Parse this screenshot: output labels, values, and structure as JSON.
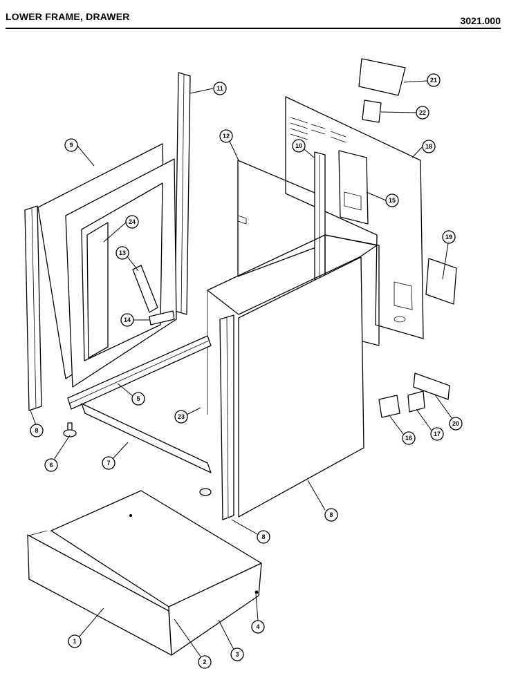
{
  "header": {
    "title": "LOWER FRAME, DRAWER",
    "doc_number": "3021.000"
  },
  "callouts": {
    "c1": "1",
    "c2": "2",
    "c3": "3",
    "c4": "4",
    "c5": "5",
    "c6": "6",
    "c7": "7",
    "c8a": "8",
    "c8b": "8",
    "c8c": "8",
    "c9": "9",
    "c10": "10",
    "c11": "11",
    "c12": "12",
    "c13": "13",
    "c14": "14",
    "c15": "15",
    "c16": "16",
    "c17": "17",
    "c18": "18",
    "c19": "19",
    "c20": "20",
    "c21": "21",
    "c22": "22",
    "c23": "23",
    "c24": "24"
  }
}
